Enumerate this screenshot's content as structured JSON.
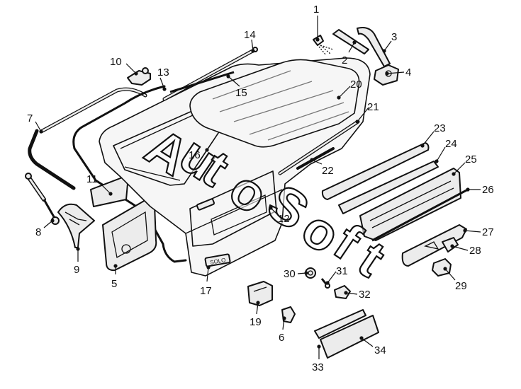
{
  "watermark": {
    "letters": [
      "A",
      "u",
      "t",
      "o",
      "S",
      "o",
      "f",
      "t"
    ]
  },
  "badge_text": "SOLO",
  "callouts": [
    {
      "id": "1",
      "label": "1"
    },
    {
      "id": "2",
      "label": "2"
    },
    {
      "id": "3",
      "label": "3"
    },
    {
      "id": "4",
      "label": "4"
    },
    {
      "id": "5",
      "label": "5"
    },
    {
      "id": "6",
      "label": "6"
    },
    {
      "id": "7",
      "label": "7"
    },
    {
      "id": "8",
      "label": "8"
    },
    {
      "id": "9",
      "label": "9"
    },
    {
      "id": "10",
      "label": "10"
    },
    {
      "id": "11",
      "label": "11"
    },
    {
      "id": "12",
      "label": "12"
    },
    {
      "id": "13",
      "label": "13"
    },
    {
      "id": "14",
      "label": "14"
    },
    {
      "id": "15",
      "label": "15"
    },
    {
      "id": "16",
      "label": "16"
    },
    {
      "id": "17",
      "label": "17"
    },
    {
      "id": "19",
      "label": "19"
    },
    {
      "id": "20",
      "label": "20"
    },
    {
      "id": "21",
      "label": "21"
    },
    {
      "id": "22",
      "label": "22"
    },
    {
      "id": "23",
      "label": "23"
    },
    {
      "id": "24",
      "label": "24"
    },
    {
      "id": "25",
      "label": "25"
    },
    {
      "id": "26",
      "label": "26"
    },
    {
      "id": "27",
      "label": "27"
    },
    {
      "id": "28",
      "label": "28"
    },
    {
      "id": "29",
      "label": "29"
    },
    {
      "id": "30",
      "label": "30"
    },
    {
      "id": "31",
      "label": "31"
    },
    {
      "id": "32",
      "label": "32"
    },
    {
      "id": "33",
      "label": "33"
    },
    {
      "id": "34",
      "label": "34"
    }
  ]
}
